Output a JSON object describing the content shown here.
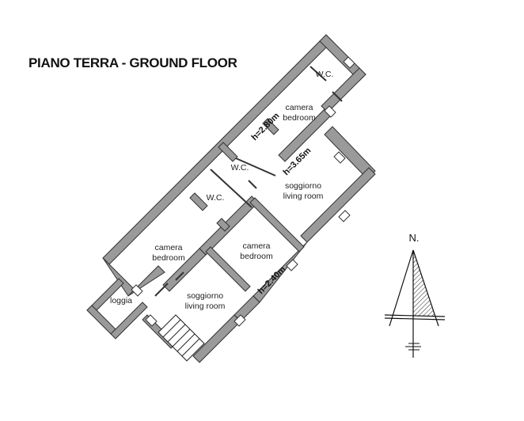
{
  "title": "PIANO TERRA - GROUND FLOOR",
  "rooms": [
    {
      "id": "wc-top",
      "label": "W.C."
    },
    {
      "id": "bedroom-top",
      "label1": "camera",
      "label2": "bedroom"
    },
    {
      "id": "wc-mid-1",
      "label": "W.C."
    },
    {
      "id": "wc-mid-2",
      "label": "W.C."
    },
    {
      "id": "living-right",
      "label1": "soggiorno",
      "label2": "living room"
    },
    {
      "id": "bedroom-left",
      "label1": "camera",
      "label2": "bedroom"
    },
    {
      "id": "bedroom-center",
      "label1": "camera",
      "label2": "bedroom"
    },
    {
      "id": "loggia",
      "label": "loggia"
    },
    {
      "id": "living-bottom",
      "label1": "soggiorno",
      "label2": "living room"
    }
  ],
  "heights": {
    "top": "h=2.80m",
    "right": "h=3.65m",
    "center": "h=2.40m"
  },
  "north_arrow": {
    "label": "N."
  },
  "colors": {
    "wall": "#9a9a9a",
    "outline": "#333333",
    "background": "#ffffff"
  }
}
